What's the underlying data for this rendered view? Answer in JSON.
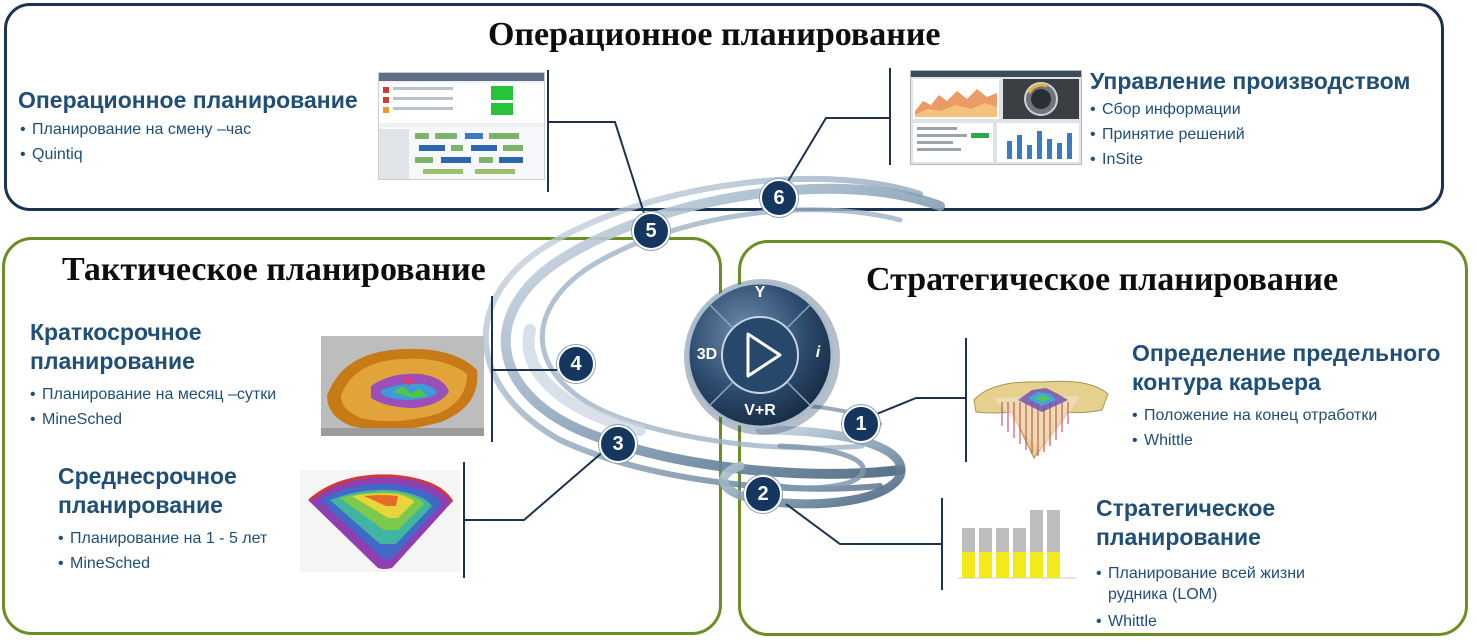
{
  "operational": {
    "title": "Операционное планирование",
    "left": {
      "heading": "Операционное планирование",
      "items": [
        "Планирование на смену –час",
        "Quintiq"
      ]
    },
    "right": {
      "heading": "Управление производством",
      "items": [
        "Сбор информации",
        "Принятие решений",
        "InSite"
      ]
    }
  },
  "tactical": {
    "title": "Тактическое планирование",
    "short": {
      "heading_line1": "Краткосрочное",
      "heading_line2": "планирование",
      "items": [
        "Планирование  на месяц –сутки",
        "MineSched"
      ]
    },
    "medium": {
      "heading_line1": "Среднесрочное",
      "heading_line2": "планирование",
      "items": [
        "Планирование  на 1 - 5 лет",
        "MineSched"
      ]
    }
  },
  "strategic": {
    "title": "Стратегическое планирование",
    "pit": {
      "heading_line1": "Определение предельного",
      "heading_line2": "контура карьера",
      "items": [
        "Положение на конец отработки",
        "Whittle"
      ]
    },
    "lom": {
      "heading_line1": "Стратегическое",
      "heading_line2": "планирование",
      "items": [
        "Планирование всей жизни рудника (LOM)",
        "Whittle"
      ]
    }
  },
  "compass": {
    "top": "Y",
    "left": "3D",
    "right": "i",
    "bottom": "V+R"
  },
  "steps": [
    "1",
    "2",
    "3",
    "4",
    "5",
    "6"
  ],
  "colors": {
    "navy": "#1b3350",
    "green": "#6b8e23",
    "text_blue": "#1f4e79",
    "badge": "#14365f"
  }
}
